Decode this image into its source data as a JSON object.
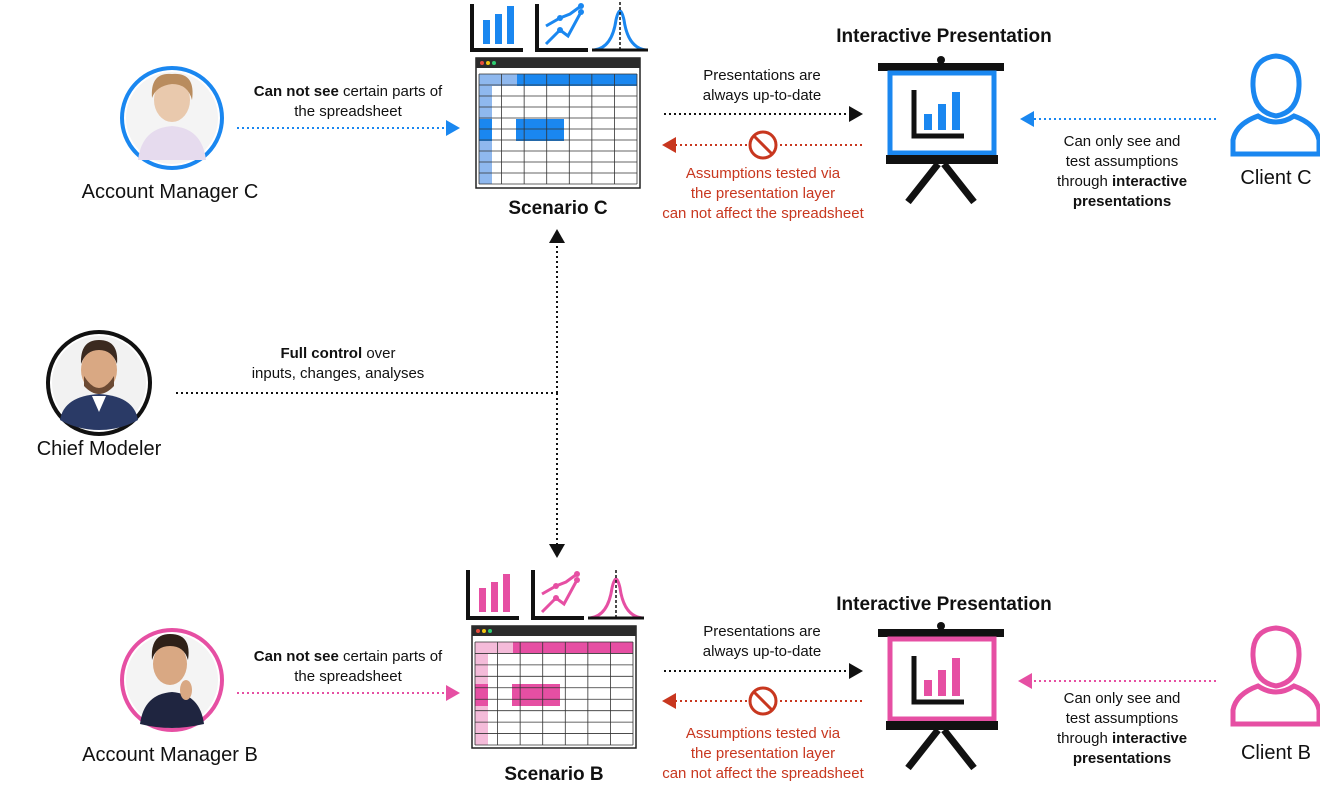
{
  "colors": {
    "blue": "#1a87f0",
    "pink": "#e64fa3",
    "red": "#c8371f",
    "dark": "#111111"
  },
  "top": {
    "person": "Account Manager C",
    "access_bold": "Can not see",
    "access_rest": "certain parts of",
    "access_line2": "the spreadsheet",
    "scenario": "Scenario C",
    "presentation_title": "Interactive Presentation",
    "uptodate_1": "Presentations are",
    "uptodate_2": "always up-to-date",
    "assume_1": "Assumptions tested via",
    "assume_2": "the presentation layer",
    "assume_3": "can not affect the spreadsheet",
    "client": "Client C",
    "client_1": "Can only see and",
    "client_2": "test assumptions",
    "client_3a": "through",
    "client_3b": "interactive",
    "client_4": "presentations"
  },
  "bottom": {
    "person": "Account Manager B",
    "access_bold": "Can not see",
    "access_rest": "certain parts of",
    "access_line2": "the spreadsheet",
    "scenario": "Scenario B",
    "presentation_title": "Interactive Presentation",
    "uptodate_1": "Presentations are",
    "uptodate_2": "always up-to-date",
    "assume_1": "Assumptions tested via",
    "assume_2": "the presentation layer",
    "assume_3": "can not affect the spreadsheet",
    "client": "Client B",
    "client_1": "Can only see and",
    "client_2": "test assumptions",
    "client_3a": "through",
    "client_3b": "interactive",
    "client_4": "presentations"
  },
  "chief": {
    "name": "Chief Modeler",
    "control_bold": "Full control",
    "control_rest": "over",
    "control_line2": "inputs, changes, analyses"
  },
  "icons": [
    "avatar-account-manager-c",
    "avatar-chief-modeler",
    "avatar-account-manager-b",
    "bar-chart-icon",
    "line-chart-icon",
    "bell-curve-icon",
    "spreadsheet-icon",
    "presentation-board-icon",
    "no-entry-icon",
    "user-outline-icon"
  ]
}
